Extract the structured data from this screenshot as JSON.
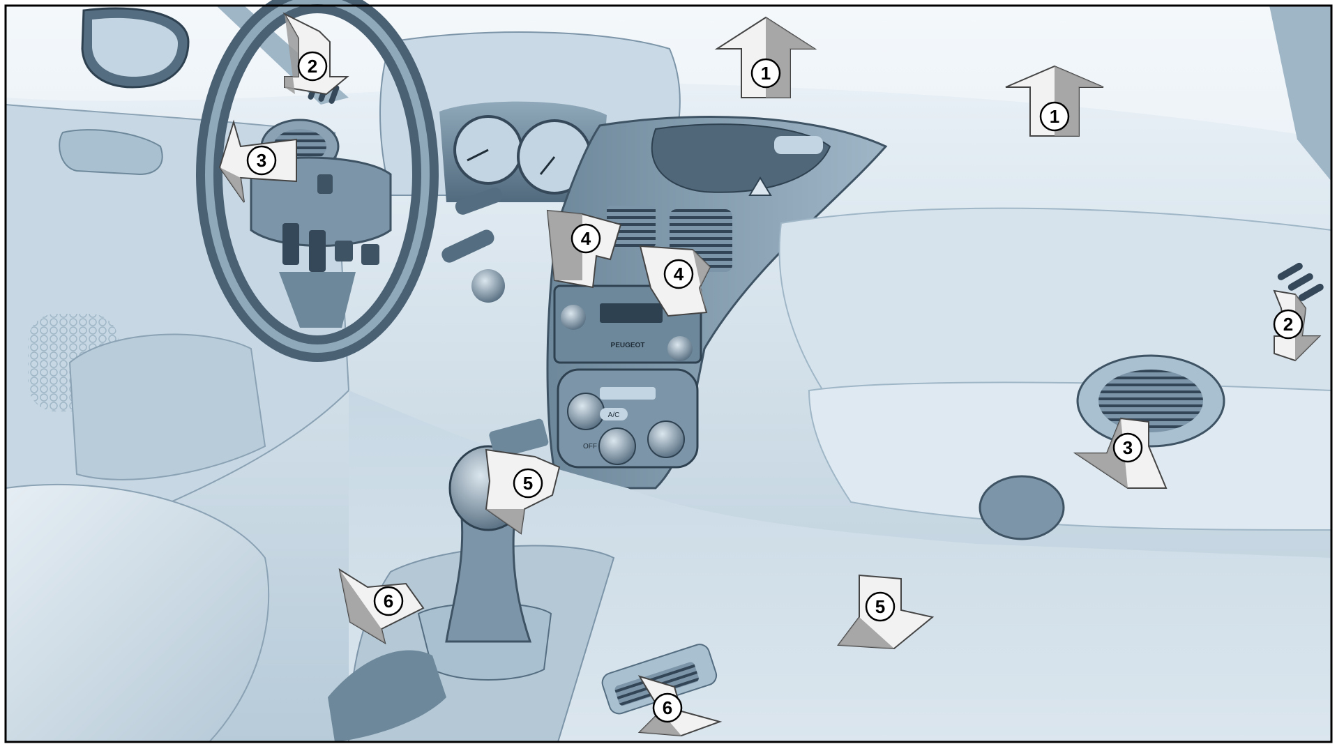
{
  "callouts": [
    {
      "id": "c1a",
      "num": "1",
      "dir": "up"
    },
    {
      "id": "c1b",
      "num": "1",
      "dir": "up"
    },
    {
      "id": "c2a",
      "num": "2",
      "dir": "down"
    },
    {
      "id": "c2b",
      "num": "2",
      "dir": "down"
    },
    {
      "id": "c3a",
      "num": "3",
      "dir": "left"
    },
    {
      "id": "c3b",
      "num": "3",
      "dir": "down"
    },
    {
      "id": "c4a",
      "num": "4",
      "dir": "down-left"
    },
    {
      "id": "c4b",
      "num": "4",
      "dir": "down"
    },
    {
      "id": "c5a",
      "num": "5",
      "dir": "down"
    },
    {
      "id": "c5b",
      "num": "5",
      "dir": "down"
    },
    {
      "id": "c6a",
      "num": "6",
      "dir": "left"
    },
    {
      "id": "c6b",
      "num": "6",
      "dir": "down"
    }
  ],
  "dashboard": {
    "radio_brand": "PEUGEOT",
    "hvac_off_label": "OFF",
    "ac_button": "A/C"
  },
  "colors": {
    "frame": "#000000",
    "interior_light": "#dfe9f1",
    "interior_mid": "#a9c0d0",
    "interior_dark": "#536b7e",
    "arrow_light": "#f2f2f2",
    "arrow_dark": "#9a9a9a"
  }
}
